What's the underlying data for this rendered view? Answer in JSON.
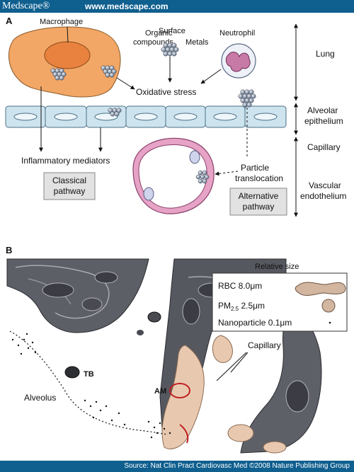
{
  "header": {
    "brand": "Medscape®",
    "site": "www.medscape.com"
  },
  "panel_a": {
    "letter": "A",
    "labels": {
      "macrophage": "Macrophage",
      "organic_line1": "Organic",
      "organic_line2": "compounds",
      "surface": "Surface",
      "metals": "Metals",
      "neutrophil": "Neutrophil",
      "oxidative_stress": "Oxidative stress",
      "inflammatory_mediators": "Inflammatory mediators",
      "particle_line1": "Particle",
      "particle_line2": "translocation"
    },
    "classical_box": {
      "line1": "Classical",
      "line2": "pathway"
    },
    "alternative_box": {
      "line1": "Alternative",
      "line2": "pathway"
    },
    "side_labels": {
      "lung": "Lung",
      "alveolar_line1": "Alveolar",
      "alveolar_line2": "epithelium",
      "capillary": "Capillary",
      "vascular_line1": "Vascular",
      "vascular_line2": "endothelium"
    }
  },
  "panel_b": {
    "letter": "B",
    "labels": {
      "tb": "TB",
      "alveolus": "Alveolus",
      "am": "AM",
      "capillary": "Capillary"
    },
    "legend": {
      "title": "Relative size",
      "rbc": "RBC 8.0μm",
      "pm_prefix": "PM",
      "pm_sub": "2.5",
      "pm_suffix": " 2.5μm",
      "nano": "Nanoparticle 0.1μm"
    }
  },
  "footer": {
    "source": "Source: Nat Clin Pract Cardiovasc Med ©2008  Nature Publishing Group"
  },
  "colors": {
    "bar": "#0f5f8f",
    "macrophage_body": "#f2a766",
    "nucleus": "#e8823e",
    "epithelium": "#cde4ef",
    "capillary_wall": "#e6a3c6",
    "rbc": "#e8c9b0"
  }
}
